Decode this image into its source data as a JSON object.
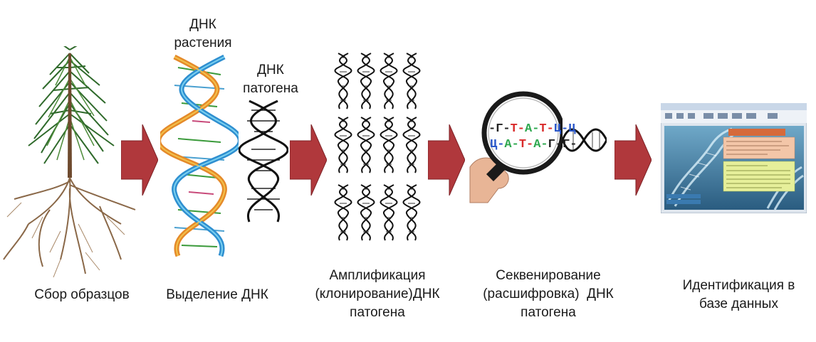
{
  "steps": [
    {
      "caption": "Сбор образцов"
    },
    {
      "caption": "Выделение ДНК"
    },
    {
      "caption_lines": [
        "Амплификация",
        "(клонирование)ДНК",
        "патогена"
      ]
    },
    {
      "caption_lines": [
        "Секвенирование",
        "(расшифровка)  ДНК",
        "патогена"
      ]
    },
    {
      "caption_lines": [
        "Идентификация в",
        "базе данных"
      ]
    }
  ],
  "labels": {
    "plant_dna": [
      "ДНК",
      "растения"
    ],
    "pathogen_dna": [
      "ДНК",
      "патогена"
    ]
  },
  "sequence": {
    "top": [
      "-Г-",
      "Т-",
      "А-",
      "Т-",
      "Ц-",
      "Ц"
    ],
    "bottom": [
      "Ц-",
      "А-",
      "Т-",
      "А-",
      "Г-",
      "Г-"
    ]
  },
  "colors": {
    "arrow": "#b0383c",
    "arrow_dark": "#7e2226",
    "base_A": "#2fa84f",
    "base_T": "#d92b2b",
    "base_C": "#2a57c9",
    "base_G": "#222222"
  }
}
